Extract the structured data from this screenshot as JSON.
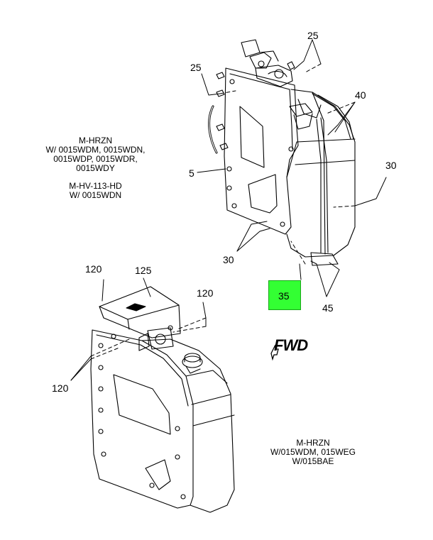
{
  "notes": {
    "top_left": [
      "M-HRZN",
      "W/ 0015WDM, 0015WDN,",
      "0015WDP, 0015WDR,",
      "0015WDY",
      "M-HV-113-HD",
      "W/ 0015WDN"
    ],
    "bottom_right": [
      "M-HRZN",
      "W/015WDM, 015WEG",
      "W/015BAE"
    ]
  },
  "callouts": {
    "c25_top": "25",
    "c25_left": "25",
    "c40": "40",
    "c5": "5",
    "c30_right": "30",
    "c30_bottom": "30",
    "c35": "35",
    "c45": "45",
    "c120_top": "120",
    "c125": "125",
    "c120_right": "120",
    "c120_left": "120"
  },
  "direction": {
    "label": "FWD",
    "icon": "forward-arrow-icon"
  },
  "colors": {
    "highlight": "#33ff33",
    "line": "#000000"
  }
}
